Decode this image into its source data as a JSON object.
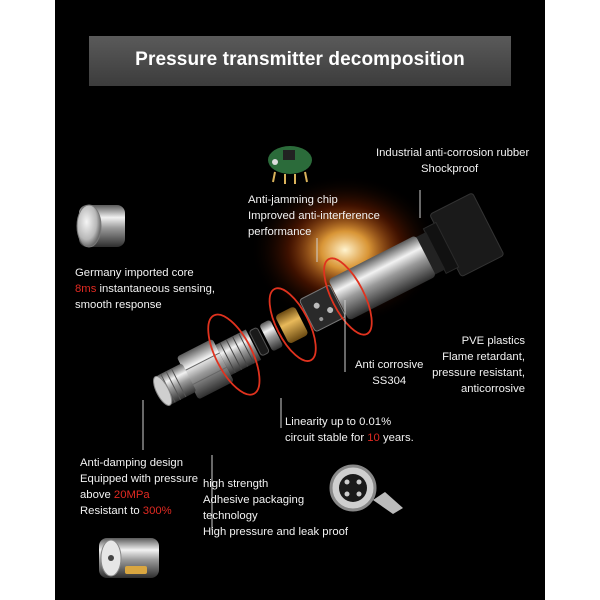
{
  "title": "Pressure transmitter decomposition",
  "labels": {
    "rubber": {
      "line1": "Industrial anti-corrosion rubber",
      "line2": "Shockproof"
    },
    "chip": {
      "line1": "Anti-jamming chip",
      "line2": "Improved anti-interference",
      "line3": "performance"
    },
    "core": {
      "line1": "Germany imported  core",
      "line2_red": "8ms",
      "line2_rest": " instantaneous sensing,",
      "line3": "smooth response"
    },
    "pve": {
      "line1": "PVE plastics",
      "line2": "Flame retardant,",
      "line3": "pressure resistant,",
      "line4": "anticorrosive"
    },
    "ss304": {
      "line1": "Anti corrosive",
      "line2": "SS304"
    },
    "linearity": {
      "line1": "Linearity up to 0.01%",
      "line2_pre": "circuit stable for ",
      "line2_red": "10",
      "line2_post": " years."
    },
    "damping": {
      "line1": "Anti-damping design",
      "line2": "Equipped with pressure",
      "line3_pre": "above ",
      "line3_red": "20MPa",
      "line4_pre": "Resistant to ",
      "line4_red": "300%"
    },
    "strength": {
      "line1": "high strength",
      "line2": "Adhesive packaging",
      "line3": "technology",
      "line4": "High pressure and leak proof"
    }
  },
  "colors": {
    "accent_red": "#e02a22",
    "background": "#000000",
    "banner": "#4a4a4a"
  }
}
